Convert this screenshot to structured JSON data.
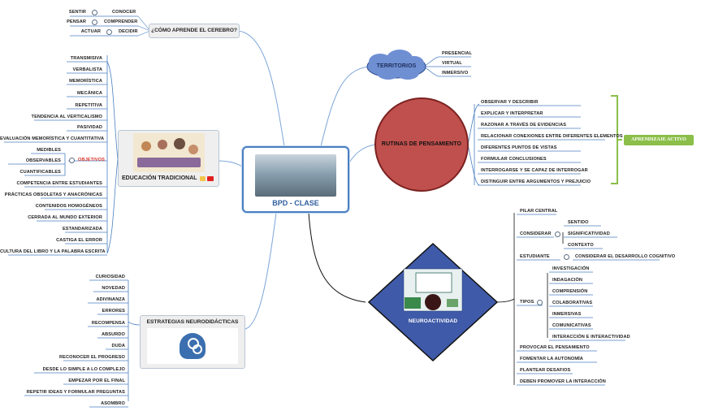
{
  "central": {
    "title": "BPD - CLASE"
  },
  "aprende": {
    "title": "¿CÓMO APRENDE EL CEREBRO?",
    "pairs": [
      {
        "left": "SENTIR",
        "right": "CONOCER"
      },
      {
        "left": "PENSAR",
        "right": "COMPRENDER"
      },
      {
        "left": "ACTUAR",
        "right": "DECIDIR"
      }
    ]
  },
  "tradicional": {
    "title": "EDUCACIÓN TRADICIONAL",
    "items_top": [
      "TRANSMISIVA",
      "VERBALISTA",
      "MEMORÍSTICA",
      "MECÁNICA",
      "REPETITIVA",
      "TENDENCIA AL VERTICALISMO",
      "PASIVIDAD",
      "EVALUACIÓN MEMORÍSTICA Y CUANTITATIVA"
    ],
    "objetivos_label": "OBJETIVOS",
    "objetivos": [
      "MEDIBLES",
      "OBSERVABLES",
      "CUANTIFICABLES"
    ],
    "items_bottom": [
      "COMPETENCIA ENTRE ESTUDIANTES",
      "PRÁCTICAS OBSOLETAS Y ANACRÓNICAS",
      "CONTENIDOS HOMOGÉNEOS",
      "CERRADA AL MUNDO EXTERIOR",
      "ESTANDARIZADA",
      "CASTIGA EL ERROR",
      "CULTURA DEL LIBRO Y LA PALABRA ESCRITA"
    ]
  },
  "neuro_strat": {
    "title": "ESTRATEGIAS NEURODIDÁCTICAS",
    "items": [
      "CURIOSIDAD",
      "NOVEDAD",
      "ADIVINANZA",
      "ERRORES",
      "RECOMPENSA",
      "ABSURDO",
      "DUDA",
      "RECONOCER EL PROGRESO",
      "DESDE LO SIMPLE A LO COMPLEJO",
      "EMPEZAR POR EL FINAL",
      "REPETIR IDEAS Y FORMULAR PREGUNTAS",
      "ASOMBRO"
    ]
  },
  "territorios": {
    "title": "TERRITORIOS",
    "items": [
      "PRESENCIAL",
      "VIRTUAL",
      "INMERSIVO"
    ]
  },
  "rutinas": {
    "title": "RUTINAS DE PENSAMIENTO",
    "items": [
      "OBSERVAR Y DESCRIBIR",
      "EXPLICAR Y INTERPRETAR",
      "RAZONAR A TRAVÉS DE EVIDENCIAS",
      "RELACIONAR CONEXIONES ENTRE DIFERENTES ELEMENTOS",
      "DIFERENTES PUNTOS DE VISTAS",
      "FORMULAR  CONCLUSIONES",
      "INTERROGARSE Y SE CAPAZ DE INTERROGAR",
      "DISTINGUIR ENTRE ARGUMENTOS Y PREJUICIO"
    ],
    "bracket_label": "APRENDIZAJE ACTIVO"
  },
  "neuroactividad": {
    "title": "NEUROACTIVIDAD",
    "pilar": "PILAR CENTRAL",
    "considerar": "CONSIDERAR",
    "considerar_items": [
      "SENTIDO",
      "SIGNIFICATIVIDAD",
      "CONTEXTO"
    ],
    "estudiante": "ESTUDIANTE",
    "estudiante_item": "CONSIDERAR EL DESARROLLO COGNITIVO",
    "tipos": "TIPOS",
    "tipos_items": [
      "INVESTIGACIÓN",
      "INDAGACIÓN",
      "COMPRENSIÓN",
      "COLABORATIVAS",
      "INMERSIVAS",
      "COMUNICATIVAS",
      "INTERACCIÓN E INTERACTIVIDAD"
    ],
    "tail": [
      "PROVOCAR EL PENSAMIENTO",
      "FOMENTAR LA AUTONOMÍA",
      "PLANTEAR DESAFIOS",
      "DEBEN PROMOVER LA INTERACCIÓN"
    ]
  },
  "colors": {
    "link": "#4a7fc1",
    "circle": "#c0504d",
    "diamond": "#3f5aa8",
    "cloud": "#6f8fd3",
    "bracket": "#8bbf4a",
    "objetivos": "#d9342b"
  }
}
